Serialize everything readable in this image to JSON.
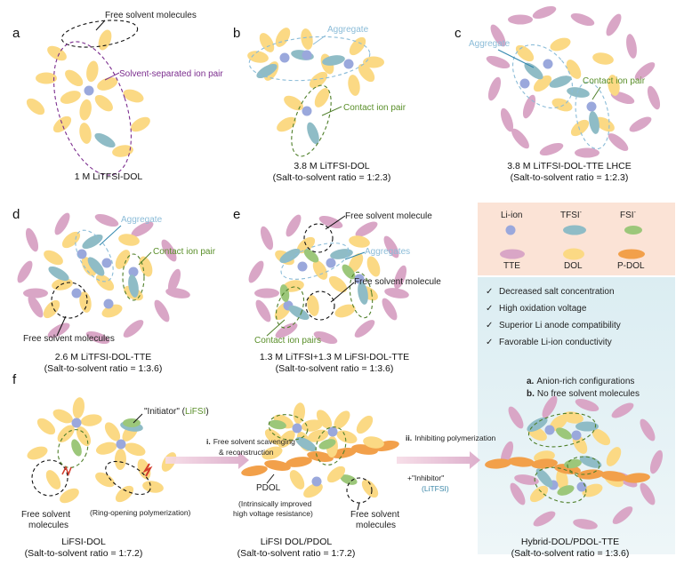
{
  "panel_letters": {
    "a": "a",
    "b": "b",
    "c": "c",
    "d": "d",
    "e": "e",
    "f": "f"
  },
  "colors": {
    "dol": "#fbd984",
    "tfsi": "#8fbcc6",
    "fsi": "#9cc77a",
    "tte": "#d9a6c6",
    "pdol": "#f2a04a",
    "li": "#9aa8dc",
    "aggregate_text": "#8bbcd8",
    "contact_text": "#5a8f2a",
    "ssip_text": "#7b2d8e",
    "legend_top_bg": "#fbe3d6",
    "legend_bottom_bg": "#dcedf2"
  },
  "panel_a": {
    "free_solvent": "Free solvent molecules",
    "ssip": "Solvent-separated ion pair",
    "caption": "1 M LiTFSI-DOL"
  },
  "panel_b": {
    "aggregate": "Aggregate",
    "contact": "Contact ion pair",
    "caption1": "3.8 M LiTFSI-DOL",
    "caption2": "(Salt-to-solvent ratio = 1:2.3)"
  },
  "panel_c": {
    "aggregate": "Aggregate",
    "contact": "Contact ion pair",
    "caption1": "3.8 M LiTFSI-DOL-TTE LHCE",
    "caption2": "(Salt-to-solvent ratio = 1:2.3)"
  },
  "panel_d": {
    "aggregate": "Aggregate",
    "contact": "Contact ion pair",
    "free_solvent": "Free solvent molecules",
    "caption1": "2.6 M LiTFSI-DOL-TTE",
    "caption2": "(Salt-to-solvent ratio = 1:3.6)"
  },
  "panel_e": {
    "free_solvent_top": "Free solvent molecule",
    "aggregates": "Aggregates",
    "free_solvent_mid": "Free solvent molecule",
    "contact": "Contact ion pairs",
    "caption1": "1.3 M LiTFSI+1.3 M LiFSI-DOL-TTE",
    "caption2": "(Salt-to-solvent ratio = 1:3.6)"
  },
  "legend": {
    "li_ion": "Li-ion",
    "tfsi": "TFSI",
    "fsi": "FSI",
    "minus": "-",
    "tte": "TTE",
    "dol": "DOL",
    "pdol": "P-DOL"
  },
  "checklist": [
    "Decreased salt concentration",
    "High oxidation voltage",
    "Superior Li anode compatibility",
    "Favorable Li-ion conductivity"
  ],
  "check_mark": "✓",
  "hybrid": {
    "point_a_letter": "a.",
    "point_a": "Anion-rich configurations",
    "point_b_letter": "b.",
    "point_b": "No free solvent molecules",
    "caption1": "Hybrid-DOL/PDOL-TTE",
    "caption2": "(Salt-to-solvent ratio = 1:3.6)"
  },
  "panel_f": {
    "initiator_prefix": "\"Initiator\" (",
    "initiator_name": "LiFSI",
    "initiator_suffix": ")",
    "step1_num": "i.",
    "step1_line1": "Free solvent scavenging",
    "step1_line2": "& reconstruction",
    "step2_num": "ii.",
    "step2": "Inhibiting polymerization",
    "inhibitor_prefix": "+\"Inhibitor\"",
    "inhibitor_name": "(LiTFSI)",
    "free_solvent_left_1": "Free solvent",
    "free_solvent_left_2": "molecules",
    "ring_opening": "(Ring-opening polymerization)",
    "pdol": "PDOL",
    "pdol_note_1": "(Intrinsically improved",
    "pdol_note_2": "high voltage resistance)",
    "free_solvent_right_1": "Free solvent",
    "free_solvent_right_2": "molecules",
    "caption_left_1": "LiFSI-DOL",
    "caption_left_2": "(Salt-to-solvent ratio = 1:7.2)",
    "caption_mid_1": "LiFSI DOL/PDOL",
    "caption_mid_2": "(Salt-to-solvent ratio = 1:7.2)"
  }
}
